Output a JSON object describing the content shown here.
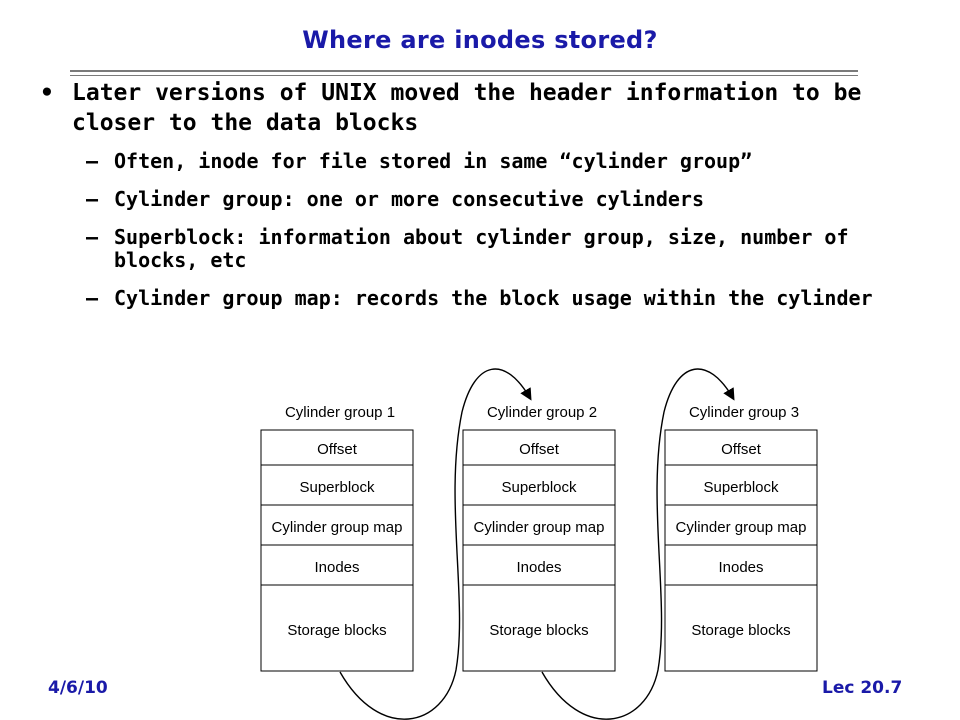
{
  "slide": {
    "title": "Where are inodes stored?",
    "bullet": "Later versions of UNIX moved the header information to be closer to the data blocks",
    "bullet_mark": "•",
    "sub_mark": "–",
    "subs": [
      "Often, inode for file stored in same “cylinder group”",
      "Cylinder group: one or more consecutive cylinders",
      "Superblock: information about cylinder group, size, number of blocks, etc",
      "Cylinder group map: records the block usage within the cylinder"
    ]
  },
  "diagram": {
    "groups": [
      {
        "label": "Cylinder group 1",
        "cells": [
          "Offset",
          "Superblock",
          "Cylinder group map",
          "Inodes",
          "Storage blocks"
        ]
      },
      {
        "label": "Cylinder group 2",
        "cells": [
          "Offset",
          "Superblock",
          "Cylinder group map",
          "Inodes",
          "Storage blocks"
        ]
      },
      {
        "label": "Cylinder group 3",
        "cells": [
          "Offset",
          "Superblock",
          "Cylinder group map",
          "Inodes",
          "Storage blocks"
        ]
      }
    ]
  },
  "footer": {
    "date": "4/6/10",
    "lecture": "Lec 20.7"
  },
  "colors": {
    "title": "#1a1aa8",
    "text": "#000000",
    "rule": "#7a7a7a"
  }
}
